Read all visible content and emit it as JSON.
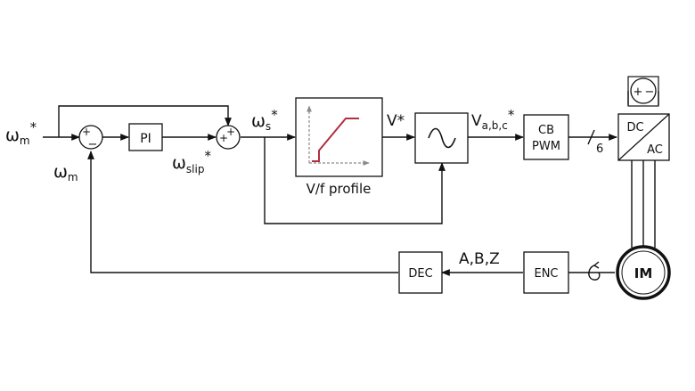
{
  "signals": {
    "omega_m_ref": {
      "base": "ω",
      "sub": "m",
      "sup": "*"
    },
    "omega_m_fb": {
      "base": "ω",
      "sub": "m"
    },
    "omega_slip_ref": {
      "base": "ω",
      "sub": "slip",
      "sup": "*"
    },
    "omega_s_ref": {
      "base": "ω",
      "sub": "s",
      "sup": "*"
    },
    "v_ref": "V*",
    "vabc_ref": {
      "base": "V",
      "sub": "a,b,c",
      "sup": "*"
    },
    "bus_width": "6",
    "encoder_signals": "A,B,Z"
  },
  "sum1": {
    "sign_top": "+",
    "sign_bottom": "−"
  },
  "sum2": {
    "sign_top": "+",
    "sign_left": "+"
  },
  "blocks": {
    "pi": "PI",
    "vf_label": "V/f profile",
    "cbpwm": [
      "CB",
      "PWM"
    ],
    "inverter": {
      "dc": "DC",
      "ac": "AC"
    },
    "dc_source": {
      "plus": "+",
      "minus": "−"
    },
    "motor": "IM",
    "encoder": "ENC",
    "decoder": "DEC"
  },
  "colors": {
    "line": "#111111",
    "vf_curve": "#b03040",
    "vf_axes": "#8a8a8a"
  }
}
